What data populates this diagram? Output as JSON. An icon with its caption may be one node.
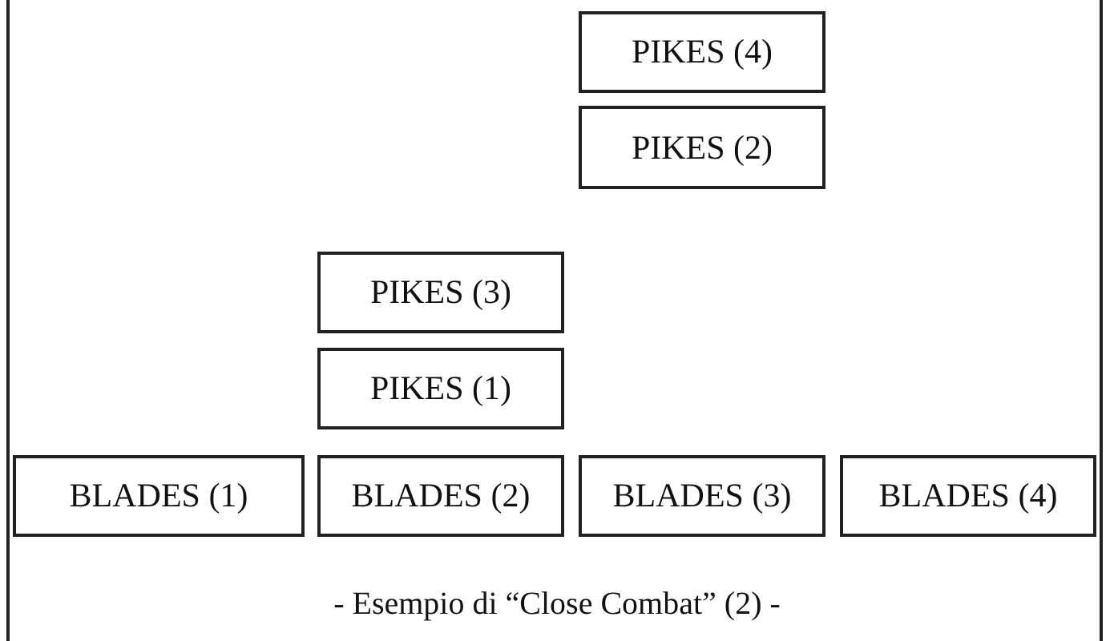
{
  "diagram": {
    "caption": "- Esempio di “Close Combat” (2) -",
    "nodes": [
      {
        "text": [
          "PIKES (4)"
        ]
      },
      {
        "text": [
          "PIKES (2)"
        ]
      },
      {
        "text": [
          "PIKES (3)"
        ]
      },
      {
        "text": [
          "PIKES (1)"
        ]
      },
      {
        "text": [
          "BLADES (1)"
        ]
      },
      {
        "text": [
          "BLADES (2)"
        ]
      },
      {
        "text": [
          "BLADES (3)"
        ]
      },
      {
        "text": [
          "BLADES (4)"
        ]
      }
    ]
  }
}
